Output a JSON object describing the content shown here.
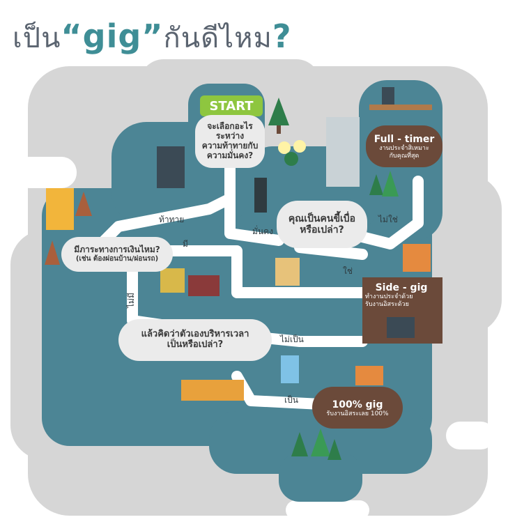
{
  "title": {
    "prefix": "เป็น",
    "open_quote": "“",
    "word": "gig",
    "close_quote": "”",
    "suffix": "กันดีไหม",
    "mark": "?"
  },
  "start": "START",
  "q1": {
    "line1": "จะเลือกอะไร",
    "line2": "ระหว่าง",
    "line3": "ความท้าทายกับ",
    "line4": "ความมั่นคง?"
  },
  "q2": {
    "line1": "คุณเป็นคนขี้เบื่อ",
    "line2": "หรือเปล่า?"
  },
  "q3": {
    "line1": "มีภาระทางการเงินไหม?",
    "line2": "(เช่น ต้องผ่อนบ้าน/ผ่อนรถ)"
  },
  "q4": {
    "line1": "แล้วคิดว่าตัวเองบริหารเวลา",
    "line2": "เป็นหรือเปล่า?"
  },
  "labels": {
    "challenge": "ท้าทาย",
    "stable": "มั่นคง",
    "no1": "ไม่ใช่",
    "yes1": "ใช่",
    "have": "มี",
    "none": "ไม่มี",
    "cannot": "ไม่เป็น",
    "can": "เป็น"
  },
  "outcomes": {
    "fulltimer": {
      "title": "Full - timer",
      "sub1": "งานประจำสิเหมาะ",
      "sub2": "กับคุณที่สุด"
    },
    "sidegig": {
      "title": "Side - gig",
      "sub1": "ทำงานประจำด้วย",
      "sub2": "รับงานอิสระด้วย"
    },
    "fullgig": {
      "title": "100% gig",
      "sub1": "รับงานอิสระเลย 100%"
    }
  },
  "colors": {
    "board": "#4c8595",
    "path": "#ffffff",
    "cloud": "#d6d6d6",
    "bubble": "#ebebeb",
    "start": "#8ec63f",
    "card": "#6b4a3a",
    "accent": "#3f8e96"
  }
}
